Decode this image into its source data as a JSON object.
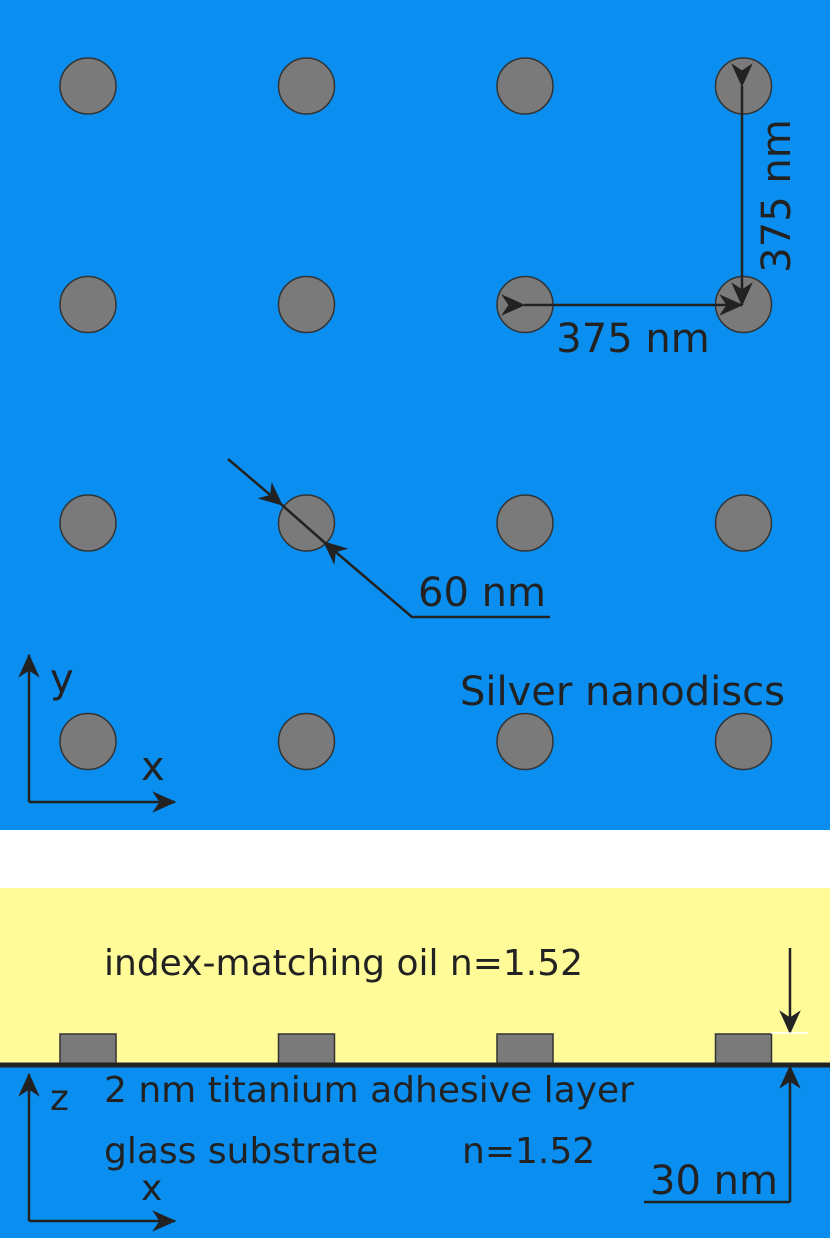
{
  "colors": {
    "substrate_blue": "#0a8ff0",
    "oil_yellow": "#fffb99",
    "disc_gray": "#7a7a7a",
    "ink": "#222222"
  },
  "top_view": {
    "period_x_label": "375 nm",
    "period_y_label": "375 nm",
    "diameter_label": "60 nm",
    "material_label": "Silver nanodiscs",
    "axis_y_label": "y",
    "axis_x_label": "x",
    "grid": {
      "rows": 4,
      "columns": 4
    }
  },
  "side_view": {
    "oil_label": "index-matching oil n=1.52",
    "adhesion_label": "2 nm titanium adhesive layer",
    "substrate_label": "glass substrate",
    "substrate_index_label": "n=1.52",
    "height_label": "30 nm",
    "axis_z_label": "z",
    "axis_x_label": "x",
    "disc_count": 4
  }
}
